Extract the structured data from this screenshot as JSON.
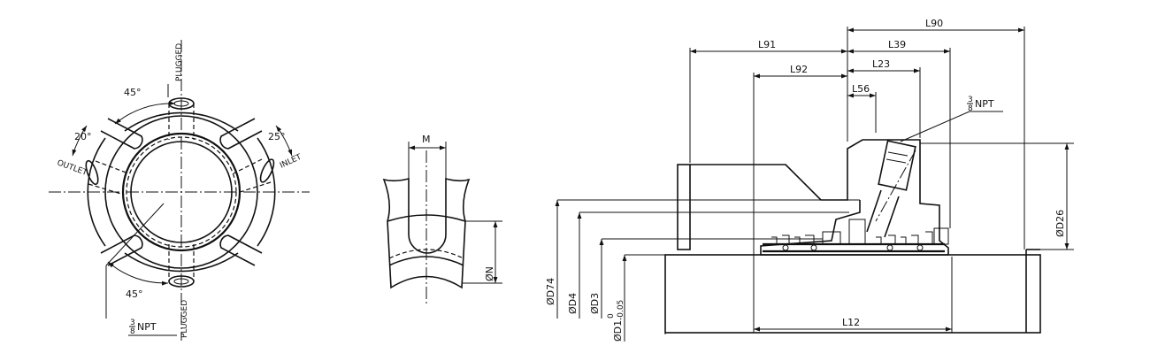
{
  "drawing": {
    "front_view": {
      "angle_top": "45°",
      "angle_bottom": "45°",
      "angle_left": "20°",
      "angle_right": "25°",
      "port_top": "PLUGGED",
      "port_bottom": "PLUGGED",
      "port_left": "OUTLET",
      "port_right": "INLET",
      "thread_num": "3",
      "thread_den": "8",
      "thread_label": "NPT"
    },
    "slot_view": {
      "width_label": "M",
      "dia_label": "ØN"
    },
    "section_view": {
      "dims": {
        "L90": "L90",
        "L91": "L91",
        "L39": "L39",
        "L23": "L23",
        "L92": "L92",
        "L56": "L56",
        "L12": "L12",
        "D26": "ØD26",
        "D74": "ØD74",
        "D4": "ØD4",
        "D3": "ØD3",
        "D1": "ØD1",
        "D1_tol_upper": "0",
        "D1_tol_lower": "-0.05"
      },
      "thread_num": "3",
      "thread_den": "8",
      "thread_label": "NPT"
    }
  }
}
